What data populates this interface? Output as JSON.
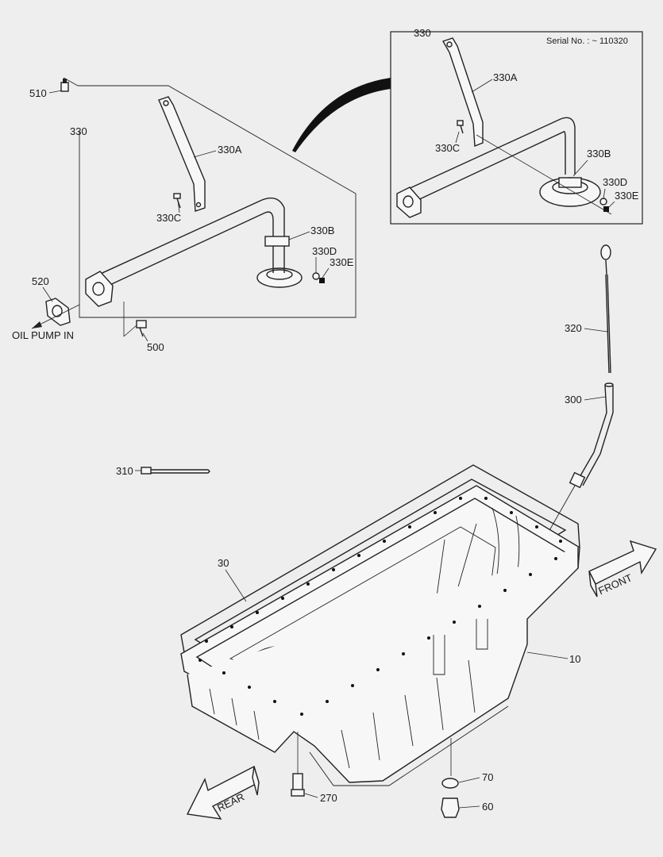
{
  "diagram": {
    "serial_note": "Serial No. : ~ 110320",
    "oil_pump_label": "OIL PUMP IN",
    "front_label": "FRONT",
    "rear_label": "REAR",
    "callouts": {
      "p510": "510",
      "p330": "330",
      "p330a": "330A",
      "p330b": "330B",
      "p330c": "330C",
      "p330d": "330D",
      "p330e": "330E",
      "p520": "520",
      "p500": "500",
      "inset_330": "330",
      "inset_330a": "330A",
      "inset_330b": "330B",
      "inset_330c": "330C",
      "inset_330d": "330D",
      "inset_330e": "330E",
      "p320": "320",
      "p300": "300",
      "p310": "310",
      "p30": "30",
      "p10": "10",
      "p70": "70",
      "p60": "60",
      "p270": "270"
    }
  }
}
